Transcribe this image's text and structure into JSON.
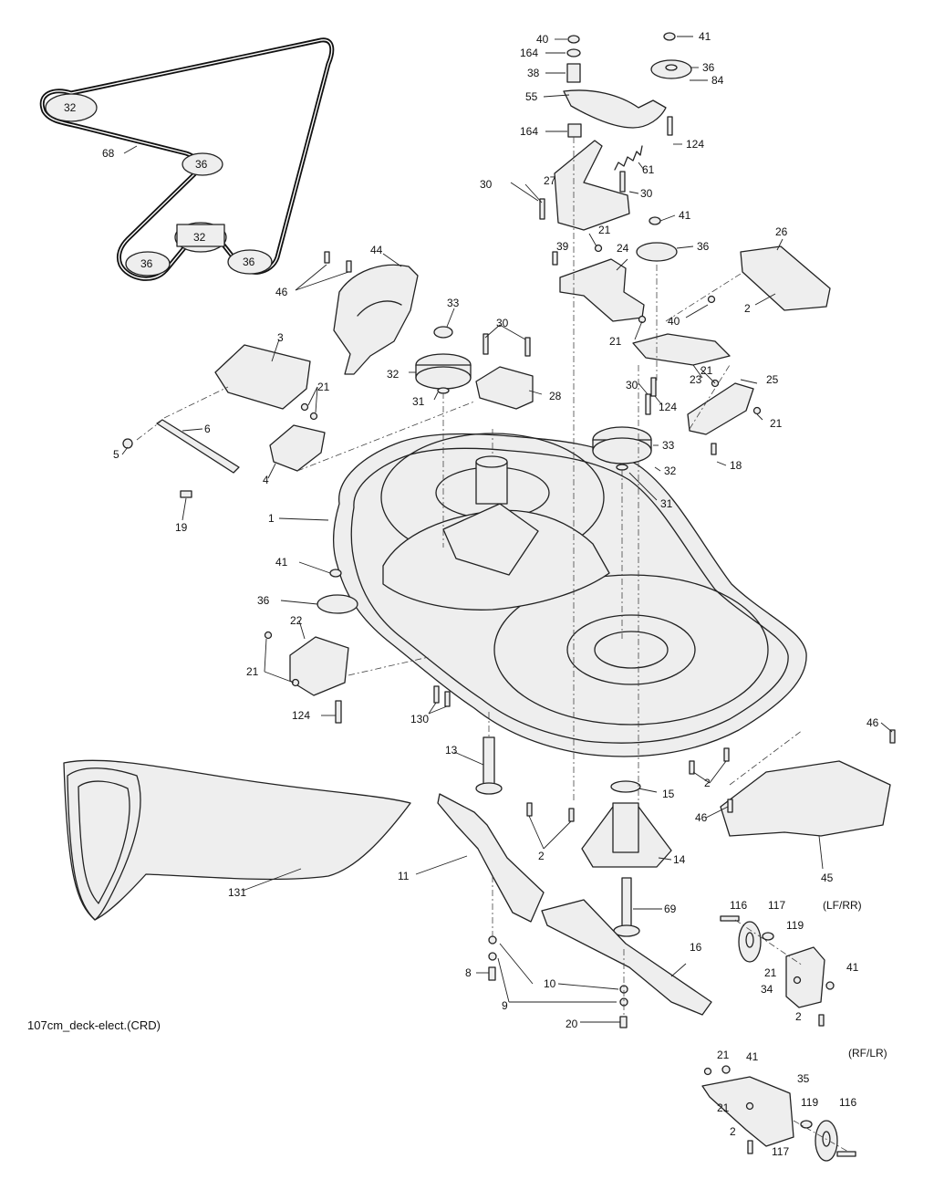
{
  "caption": "107cm_deck-elect.(CRD)",
  "variant_labels": {
    "lf_rr": "(LF/RR)",
    "rf_lr": "(RF/LR)"
  },
  "callouts": [
    {
      "id": "c40a",
      "text": "40"
    },
    {
      "id": "c164a",
      "text": "164"
    },
    {
      "id": "c38",
      "text": "38"
    },
    {
      "id": "c55",
      "text": "55"
    },
    {
      "id": "c164b",
      "text": "164"
    },
    {
      "id": "c41a",
      "text": "41"
    },
    {
      "id": "c36a",
      "text": "36"
    },
    {
      "id": "c84",
      "text": "84"
    },
    {
      "id": "c124a",
      "text": "124"
    },
    {
      "id": "c61",
      "text": "61"
    },
    {
      "id": "c27",
      "text": "27"
    },
    {
      "id": "c30a",
      "text": "30"
    },
    {
      "id": "c30b",
      "text": "30"
    },
    {
      "id": "c41b",
      "text": "41"
    },
    {
      "id": "c21a",
      "text": "21"
    },
    {
      "id": "c39",
      "text": "39"
    },
    {
      "id": "c36b",
      "text": "36"
    },
    {
      "id": "c24",
      "text": "24"
    },
    {
      "id": "c26",
      "text": "26"
    },
    {
      "id": "c2a",
      "text": "2"
    },
    {
      "id": "c40b",
      "text": "40"
    },
    {
      "id": "c21b",
      "text": "21"
    },
    {
      "id": "c23",
      "text": "23"
    },
    {
      "id": "c21c",
      "text": "21"
    },
    {
      "id": "c25",
      "text": "25"
    },
    {
      "id": "c30c",
      "text": "30"
    },
    {
      "id": "c124b",
      "text": "124"
    },
    {
      "id": "c21d",
      "text": "21"
    },
    {
      "id": "c33a",
      "text": "33"
    },
    {
      "id": "c32a",
      "text": "32"
    },
    {
      "id": "c18",
      "text": "18"
    },
    {
      "id": "c31a",
      "text": "31"
    },
    {
      "id": "c68",
      "text": "68"
    },
    {
      "id": "c44",
      "text": "44"
    },
    {
      "id": "c46a",
      "text": "46"
    },
    {
      "id": "c33b",
      "text": "33"
    },
    {
      "id": "c30d",
      "text": "30"
    },
    {
      "id": "c3",
      "text": "3"
    },
    {
      "id": "c32b",
      "text": "32"
    },
    {
      "id": "c31b",
      "text": "31"
    },
    {
      "id": "c28",
      "text": "28"
    },
    {
      "id": "c21e",
      "text": "21"
    },
    {
      "id": "c6",
      "text": "6"
    },
    {
      "id": "c5",
      "text": "5"
    },
    {
      "id": "c4",
      "text": "4"
    },
    {
      "id": "c19",
      "text": "19"
    },
    {
      "id": "c1",
      "text": "1"
    },
    {
      "id": "c41c",
      "text": "41"
    },
    {
      "id": "c36c",
      "text": "36"
    },
    {
      "id": "c22",
      "text": "22"
    },
    {
      "id": "c21f",
      "text": "21"
    },
    {
      "id": "c124c",
      "text": "124"
    },
    {
      "id": "c130",
      "text": "130"
    },
    {
      "id": "c46b",
      "text": "46"
    },
    {
      "id": "c13",
      "text": "13"
    },
    {
      "id": "c2b",
      "text": "2"
    },
    {
      "id": "c15",
      "text": "15"
    },
    {
      "id": "c46c",
      "text": "46"
    },
    {
      "id": "c2c",
      "text": "2"
    },
    {
      "id": "c14",
      "text": "14"
    },
    {
      "id": "c45",
      "text": "45"
    },
    {
      "id": "c11",
      "text": "11"
    },
    {
      "id": "c131",
      "text": "131"
    },
    {
      "id": "c69",
      "text": "69"
    },
    {
      "id": "c116a",
      "text": "116"
    },
    {
      "id": "c117a",
      "text": "117"
    },
    {
      "id": "c119a",
      "text": "119"
    },
    {
      "id": "c16",
      "text": "16"
    },
    {
      "id": "c21g",
      "text": "21"
    },
    {
      "id": "c41d",
      "text": "41"
    },
    {
      "id": "c34",
      "text": "34"
    },
    {
      "id": "c8",
      "text": "8"
    },
    {
      "id": "c10",
      "text": "10"
    },
    {
      "id": "c2d",
      "text": "2"
    },
    {
      "id": "c9",
      "text": "9"
    },
    {
      "id": "c20",
      "text": "20"
    },
    {
      "id": "c21h",
      "text": "21"
    },
    {
      "id": "c41e",
      "text": "41"
    },
    {
      "id": "c35",
      "text": "35"
    },
    {
      "id": "c21i",
      "text": "21"
    },
    {
      "id": "c119b",
      "text": "119"
    },
    {
      "id": "c116b",
      "text": "116"
    },
    {
      "id": "c2e",
      "text": "2"
    },
    {
      "id": "c117b",
      "text": "117"
    }
  ],
  "belt_labels": [
    {
      "id": "b1",
      "text": "32"
    },
    {
      "id": "b2",
      "text": "36"
    },
    {
      "id": "b3",
      "text": "32"
    },
    {
      "id": "b4",
      "text": "36"
    },
    {
      "id": "b5",
      "text": "36"
    }
  ]
}
